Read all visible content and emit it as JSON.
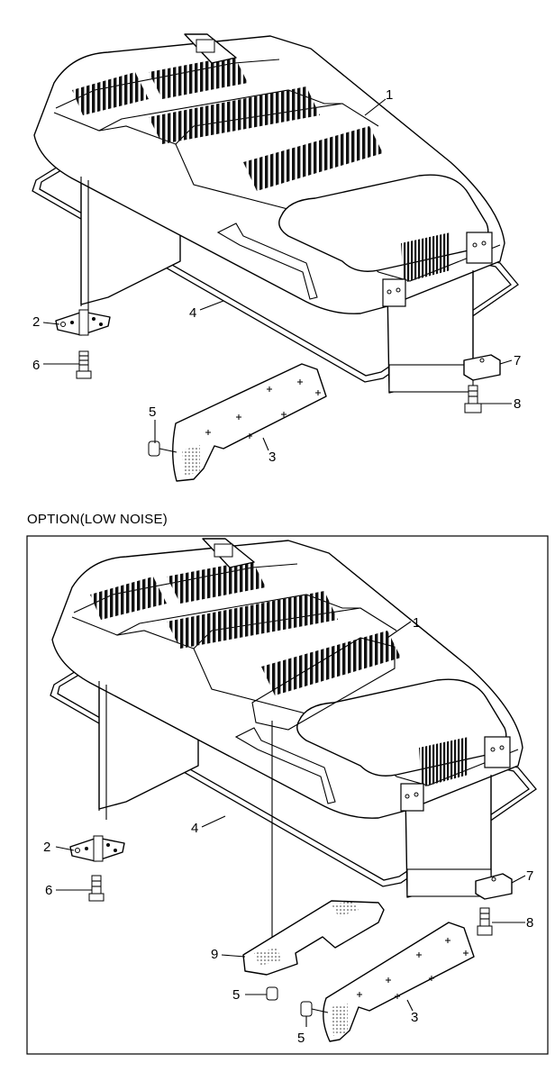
{
  "option_label": "OPTION(LOW NOISE)",
  "upper_callouts": [
    {
      "id": "u1",
      "label": "1"
    },
    {
      "id": "u2",
      "label": "2"
    },
    {
      "id": "u3",
      "label": "3"
    },
    {
      "id": "u4",
      "label": "4"
    },
    {
      "id": "u5",
      "label": "5"
    },
    {
      "id": "u6",
      "label": "6"
    },
    {
      "id": "u7",
      "label": "7"
    },
    {
      "id": "u8",
      "label": "8"
    }
  ],
  "lower_callouts": [
    {
      "id": "l1",
      "label": "1"
    },
    {
      "id": "l2",
      "label": "2"
    },
    {
      "id": "l3",
      "label": "3"
    },
    {
      "id": "l4",
      "label": "4"
    },
    {
      "id": "l5a",
      "label": "5"
    },
    {
      "id": "l5b",
      "label": "5"
    },
    {
      "id": "l6",
      "label": "6"
    },
    {
      "id": "l7",
      "label": "7"
    },
    {
      "id": "l8",
      "label": "8"
    },
    {
      "id": "l9",
      "label": "9"
    }
  ]
}
